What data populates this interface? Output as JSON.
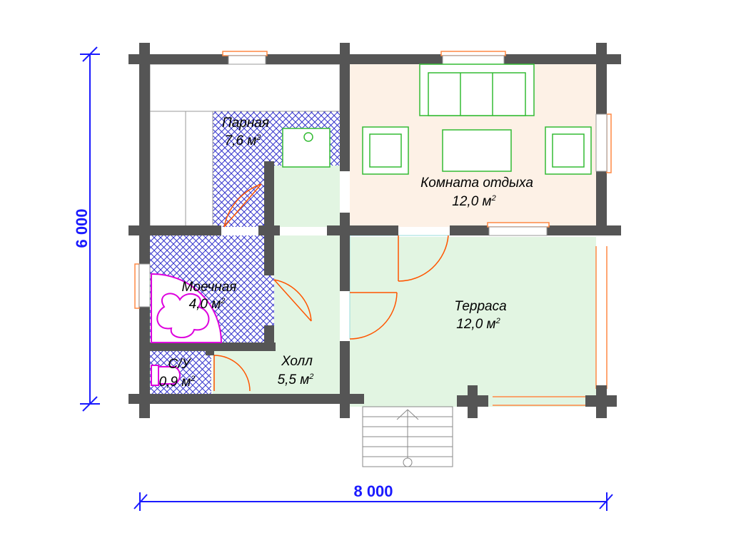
{
  "colors": {
    "wall": "#555555",
    "tile_hatch": "#3333cc",
    "hall_fill": "#e2f5e2",
    "lounge_fill": "#fdf1e6",
    "door": "#ff5500",
    "window": "#ff8844",
    "furniture": "#33bb33",
    "plumbing": "#dd00dd",
    "dimension": "#1a1aff"
  },
  "rooms": {
    "steam": {
      "name": "Парная",
      "area": "7,6 м",
      "sup": "2"
    },
    "lounge": {
      "name": "Комната отдыха",
      "area": "12,0 м",
      "sup": "2"
    },
    "wash": {
      "name": "Моечная",
      "area": "4,0 м",
      "sup": "2"
    },
    "terrace": {
      "name": "Терраса",
      "area": "12,0 м",
      "sup": "2"
    },
    "wc": {
      "name": "С/У",
      "area": "0,9 м",
      "sup": "2"
    },
    "hall": {
      "name": "Холл",
      "area": "5,5 м",
      "sup": "2"
    }
  },
  "dimensions": {
    "width": "8 000",
    "height": "6 000"
  },
  "icons": {
    "sofa": "sofa-icon",
    "armchair": "armchair-icon",
    "table": "table-icon",
    "stove": "stove-icon",
    "shower": "shower-icon",
    "toilet": "toilet-icon",
    "stairs": "stairs-icon"
  }
}
